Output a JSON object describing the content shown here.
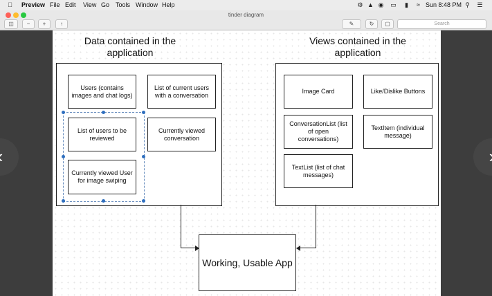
{
  "menubar": {
    "app": "Preview",
    "items": [
      "File",
      "Edit",
      "View",
      "Go",
      "Tools",
      "Window",
      "Help"
    ],
    "clock": "Sun 8:48 PM"
  },
  "window": {
    "title": "tinder diagram"
  },
  "toolbar": {
    "search_placeholder": "Search"
  },
  "diagram": {
    "data_heading": "Data contained in the application",
    "views_heading": "Views contained in the application",
    "data_items": [
      "Users (contains images and chat logs)",
      "List of current users with a conversation",
      "List of users to be reviewed",
      "Currently viewed conversation",
      "Currently viewed User for image swiping"
    ],
    "view_items": [
      "Image Card",
      "Like/Dislike Buttons",
      "ConversationList (list of open conversations)",
      "TextItem (individual message)",
      "TextList (list of chat messages)"
    ],
    "final_box": "Working, Usable App"
  },
  "colors": {
    "selection": "#2f6fbf",
    "traffic_red": "#fe5f57",
    "traffic_yellow": "#febc2e",
    "traffic_green": "#28c840"
  },
  "icons": [
    "apple-icon",
    "sidebar-icon",
    "zoom-out-icon",
    "zoom-in-icon",
    "share-icon",
    "markup-icon",
    "rotate-icon",
    "toolbox-icon",
    "wifi-icon",
    "search-icon",
    "list-icon"
  ]
}
